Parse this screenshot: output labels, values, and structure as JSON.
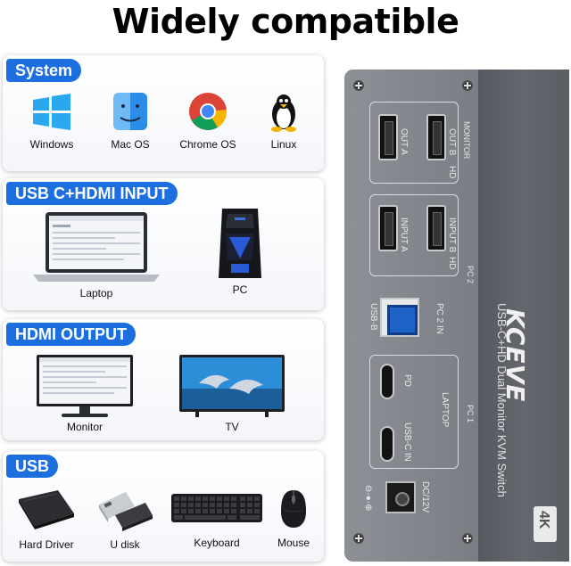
{
  "title": "Widely compatible",
  "sections": {
    "system": {
      "label": "System",
      "items": [
        "Windows",
        "Mac OS",
        "Chrome OS",
        "Linux"
      ]
    },
    "input": {
      "label": "USB C+HDMI INPUT",
      "items": [
        "Laptop",
        "PC"
      ]
    },
    "output": {
      "label": "HDMI OUTPUT",
      "items": [
        "Monitor",
        "TV"
      ]
    },
    "usb": {
      "label": "USB",
      "items": [
        "Hard Driver",
        "U disk",
        "Keyboard",
        "Mouse"
      ]
    }
  },
  "device": {
    "brand": "KCEVE",
    "model": "USB-C+HD Dual Monitor KVM Switch",
    "badge": "4K",
    "monitor": "MONITOR",
    "hd1": "HD",
    "hd2": "HD",
    "out_a": "OUT A",
    "out_b": "OUT B",
    "input_a": "INPUT A",
    "input_b": "INPUT B",
    "pc2": "PC 2",
    "pc2_in": "PC 2 IN",
    "usb_b": "USB-B",
    "pd": "PD",
    "usbc_in": "USB-C IN",
    "laptop": "LAPTOP",
    "pc1": "PC 1",
    "dc": "DC/12V"
  },
  "colors": {
    "accent": "#1d6fe0",
    "device_body": "#6f7278"
  }
}
